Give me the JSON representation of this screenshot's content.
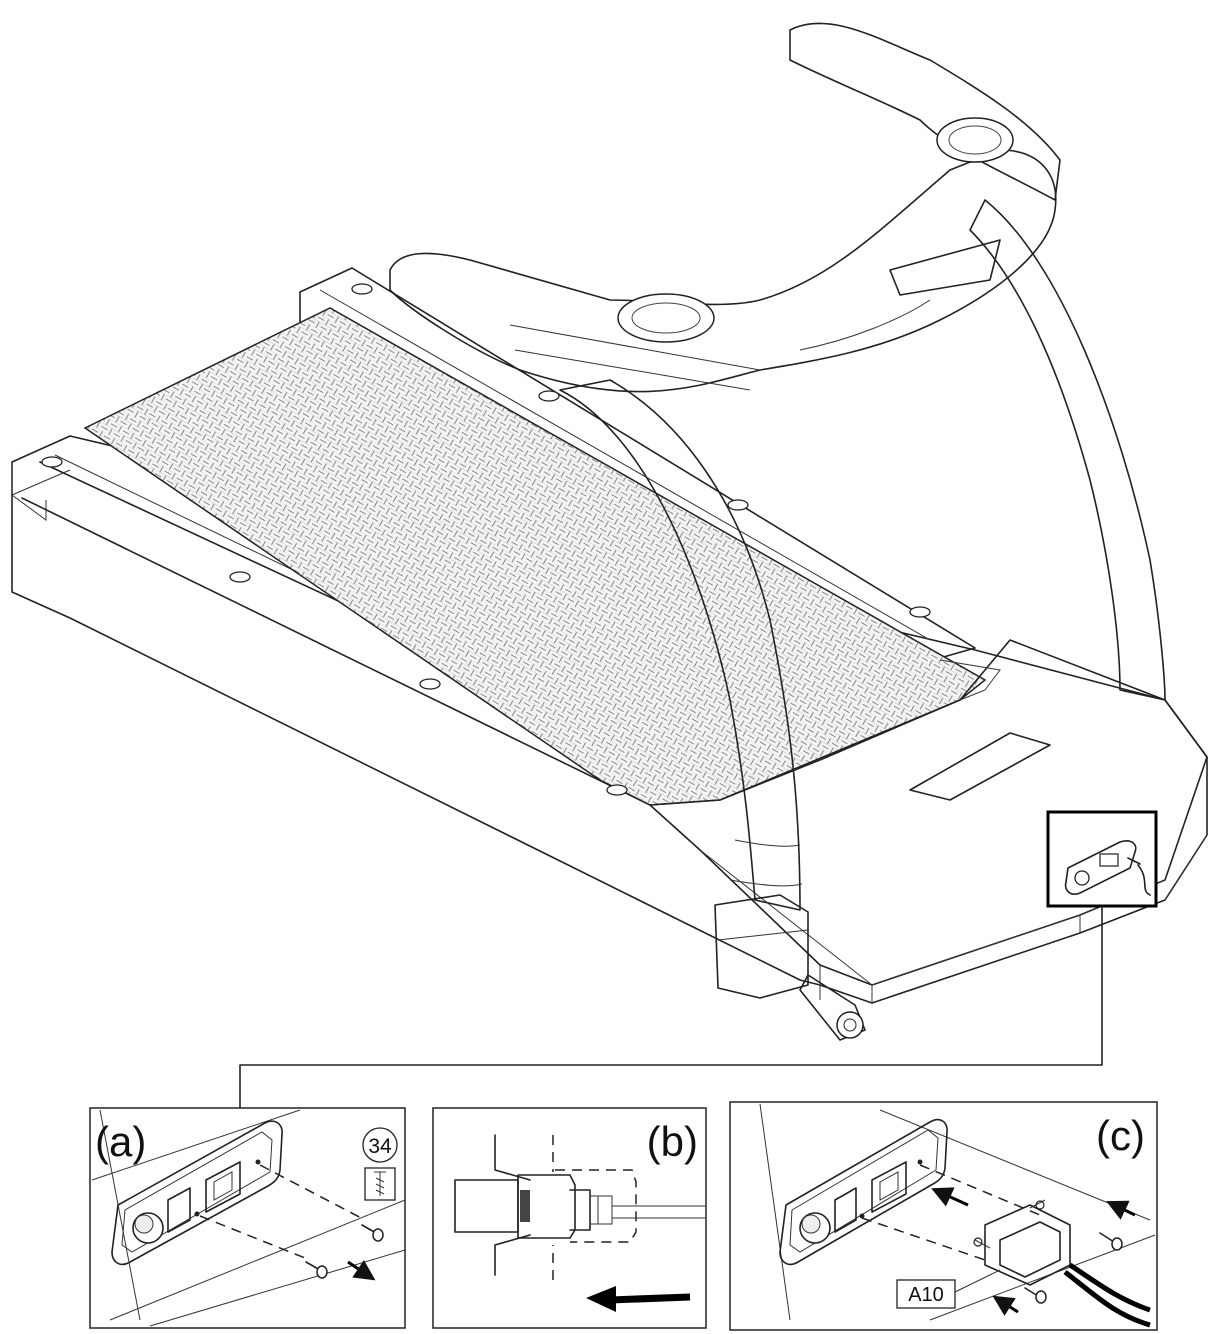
{
  "figure": {
    "panels": [
      {
        "id": "a",
        "label": "(a)",
        "part_callout": "34"
      },
      {
        "id": "b",
        "label": "(b)"
      },
      {
        "id": "c",
        "label": "(c)",
        "part_callout": "A10"
      }
    ]
  },
  "icons": {
    "insert_arrow": "arrow-left-icon",
    "screw_direction": "arrow-down-right-icon"
  }
}
